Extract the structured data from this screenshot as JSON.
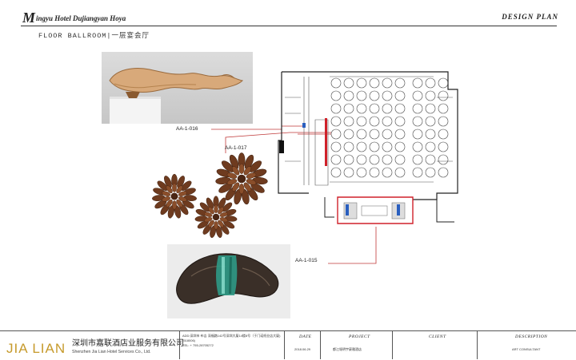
{
  "header": {
    "title_initial": "M",
    "title_rest": "ingyu Hotel Dujiangyan Hoya",
    "design_plan": "DESIGN PLAN",
    "subtitle": "FLOOR BALLROOM|一层宴会厅"
  },
  "callouts": {
    "c1": "AA-1-016",
    "c2": "AA-1-017",
    "c3": "AA-1-015"
  },
  "footer": {
    "logo": "JIA LIAN",
    "company_cn": "深圳市嘉联酒店业服务有限公司",
    "company_en": "Shenzhen Jia Lian Hotel Services Co., Ltd.",
    "address": "ADD:深圳市 布吉 深福路142号深圳大厦14楼8号（于门诺纸业店大厦)(518006)",
    "tel": "TEL: + 755-28705272",
    "date_label": "DATE",
    "date_value": "2018.06.29",
    "project_label": "PROJECT",
    "project_value": "都江堰明宇豪雅酒店",
    "client_label": "CLIENT",
    "client_value": "",
    "description_label": "DESCRIPTION",
    "description_value": "ART CONSULTANT"
  },
  "colors": {
    "logo": "#c69a2b",
    "highlight": "#d0212a",
    "accent_blue": "#2a5fbf"
  }
}
